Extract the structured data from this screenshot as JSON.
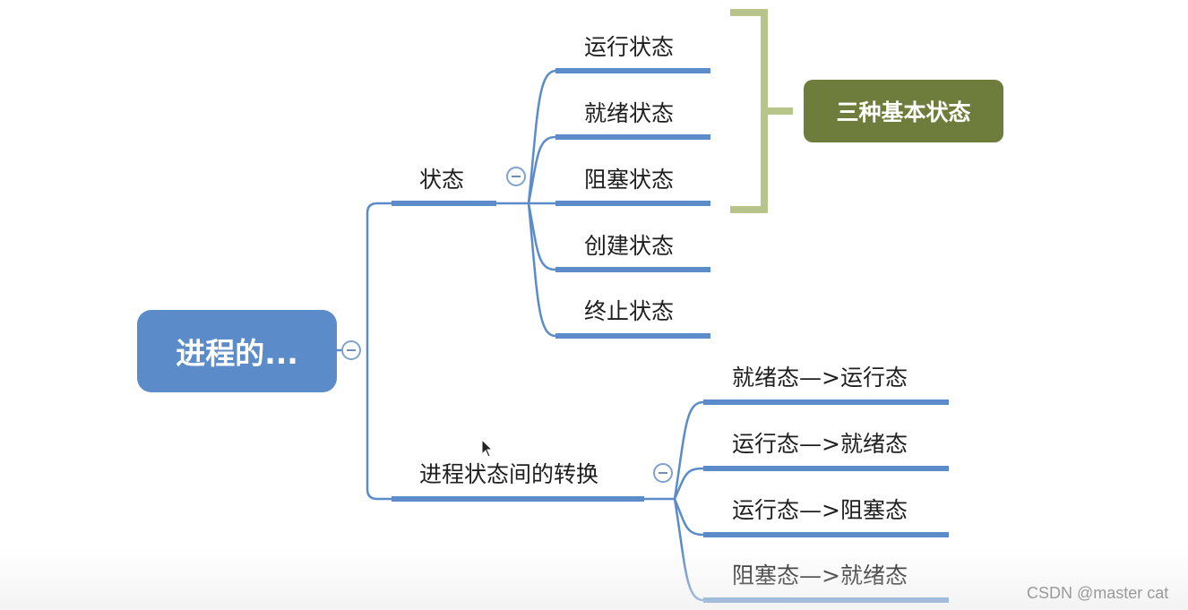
{
  "root": {
    "label": "进程的..."
  },
  "branches": [
    {
      "label": "状态",
      "children": [
        "运行状态",
        "就绪状态",
        "阻塞状态",
        "创建状态",
        "终止状态"
      ]
    },
    {
      "label": "进程状态间的转换",
      "children": [
        "就绪态—>运行态",
        "运行态—>就绪态",
        "运行态—>阻塞态",
        "阻塞态—>就绪态"
      ]
    }
  ],
  "callout": {
    "label": "三种基本状态"
  },
  "watermark": "CSDN @master cat",
  "colors": {
    "line": "#5b8cc9",
    "root_fill": "#5b8cc9",
    "callout_fill": "#6e7d3b",
    "bracket": "#b7c48a",
    "collapse_border": "#7fa3cf"
  }
}
